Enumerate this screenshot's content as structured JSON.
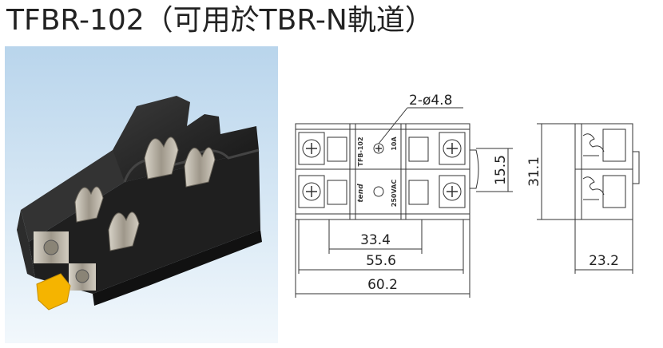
{
  "title": "TFBR-102（可用於TBR-N軌道）",
  "dimensions": {
    "hole_spec": "2-ø4.8",
    "d_33_4": "33.4",
    "d_55_6": "55.6",
    "d_60_2": "60.2",
    "d_15_5": "15.5",
    "d_31_1": "31.1",
    "d_23_2": "23.2"
  },
  "markings": {
    "model": "TFB-102",
    "current": "10A",
    "brand": "tend",
    "voltage": "250VAC"
  },
  "colors": {
    "body": "#2a2a2a",
    "metal": "#b9b3a8",
    "clip": "#f5b400",
    "background_gradient_top": "#bcd8ee",
    "background_gradient_bottom": "#eef6fc",
    "line": "#333333"
  }
}
